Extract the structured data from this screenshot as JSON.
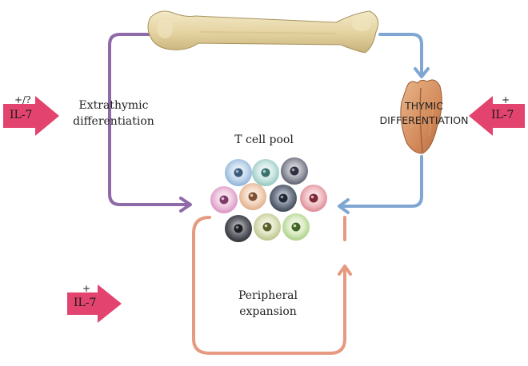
{
  "labels": {
    "extrathymic": "Extrathymic differentiation",
    "thymic": "THYMIC DIFFERENTIATION",
    "t_cell_pool": "T cell pool",
    "peripheral": "Peripheral expansion"
  },
  "signals": {
    "left_upper": {
      "sign": "+/?",
      "text": "IL-7"
    },
    "right_upper": {
      "sign": "+",
      "text": "IL-7"
    },
    "left_lower": {
      "sign": "+",
      "text": "IL-7"
    }
  },
  "colors": {
    "extrathymic_path": "#8e6aa8",
    "thymic_path": "#7fa7d2",
    "expansion_path": "#e69a80",
    "il7_arrow": "#e2446f"
  }
}
